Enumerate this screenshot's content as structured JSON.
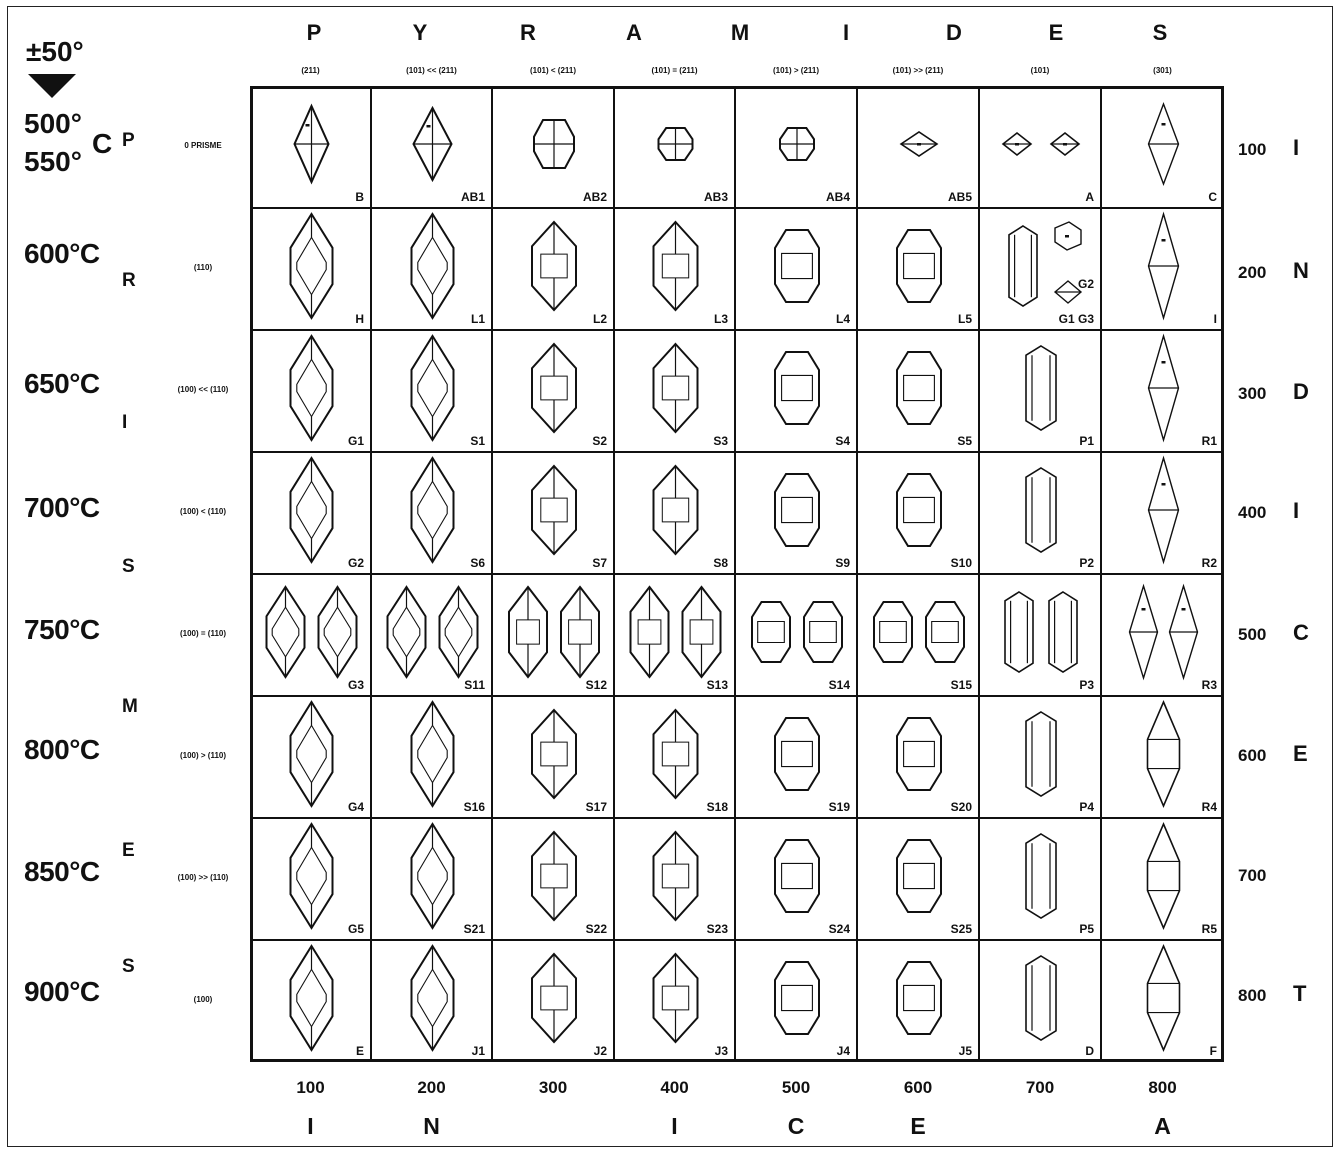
{
  "corner": {
    "tolerance": "±50°"
  },
  "top_letters": [
    "P",
    "Y",
    "R",
    "A",
    "M",
    "I",
    "D",
    "E",
    "S"
  ],
  "top_subs": [
    "(211)",
    "(101) << (211)",
    "(101) < (211)",
    "(101) = (211)",
    "(101) > (211)",
    "(101) >> (211)",
    "(101)",
    "(301)"
  ],
  "temperatures": [
    "600°C",
    "650°C",
    "700°C",
    "750°C",
    "800°C",
    "850°C",
    "900°C"
  ],
  "temp_first": {
    "a": "500°",
    "b": "550°",
    "c": "C"
  },
  "left_letters": [
    "P",
    "R",
    "I",
    "S",
    "M",
    "E",
    "S"
  ],
  "rules": [
    "0 PRISME",
    "(110)",
    "(100) << (110)",
    "(100) < (110)",
    "(100) = (110)",
    "(100) > (110)",
    "(100) >> (110)",
    "(100)"
  ],
  "right_nums": [
    "100",
    "200",
    "300",
    "400",
    "500",
    "600",
    "700",
    "800"
  ],
  "right_letters": [
    "I",
    "N",
    "D",
    "I",
    "C",
    "E",
    "",
    "T"
  ],
  "bottom_nums": [
    "100",
    "200",
    "300",
    "400",
    "500",
    "600",
    "700",
    "800"
  ],
  "bottom_letters": [
    "I",
    "N",
    "",
    "I",
    "C",
    "E",
    "",
    "A"
  ],
  "cells": [
    [
      "B",
      "AB1",
      "AB2",
      "AB3",
      "AB4",
      "AB5",
      "A",
      "C"
    ],
    [
      "H",
      "L1",
      "L2",
      "L3",
      "L4",
      "L5",
      "G1   G3",
      "I"
    ],
    [
      "G1",
      "S1",
      "S2",
      "S3",
      "S4",
      "S5",
      "P1",
      "R1"
    ],
    [
      "G2",
      "S6",
      "S7",
      "S8",
      "S9",
      "S10",
      "P2",
      "R2"
    ],
    [
      "G3",
      "S11",
      "S12",
      "S13",
      "S14",
      "S15",
      "P3",
      "R3"
    ],
    [
      "G4",
      "S16",
      "S17",
      "S18",
      "S19",
      "S20",
      "P4",
      "R4"
    ],
    [
      "G5",
      "S21",
      "S22",
      "S23",
      "S24",
      "S25",
      "P5",
      "R5"
    ],
    [
      "E",
      "J1",
      "J2",
      "J3",
      "J4",
      "J5",
      "D",
      "F"
    ]
  ],
  "extra_labels": {
    "g2": "G2"
  },
  "crystal_shapes": [
    [
      "diamond",
      "diamond-fat",
      "round",
      "round-small",
      "round-small",
      "flat-rhomb",
      "two-rhomb",
      "slim-rhomb"
    ],
    [
      "tall-hex",
      "tall-hex",
      "hex",
      "hex",
      "hex-prism",
      "hex-prism",
      "prism-group",
      "tall-rhomb"
    ],
    [
      "tall-hex",
      "tall-hex",
      "hex",
      "hex",
      "hex-prism",
      "hex-prism",
      "prism",
      "tall-rhomb"
    ],
    [
      "tall-hex",
      "tall-hex",
      "hex",
      "hex",
      "hex-prism",
      "hex-prism",
      "prism",
      "tall-rhomb"
    ],
    [
      "pair",
      "pair",
      "pair",
      "pair",
      "pair",
      "pair",
      "pair",
      "pair"
    ],
    [
      "tall-hex",
      "tall-hex",
      "hex",
      "hex",
      "hex-prism",
      "hex-prism",
      "prism",
      "rhomb-prism"
    ],
    [
      "tall-hex",
      "tall-hex",
      "hex",
      "hex",
      "hex-prism",
      "hex-prism",
      "prism",
      "rhomb-prism"
    ],
    [
      "tall-hex",
      "tall-hex",
      "hex",
      "hex",
      "hex-prism",
      "hex-prism",
      "prism",
      "rhomb-prism"
    ]
  ]
}
